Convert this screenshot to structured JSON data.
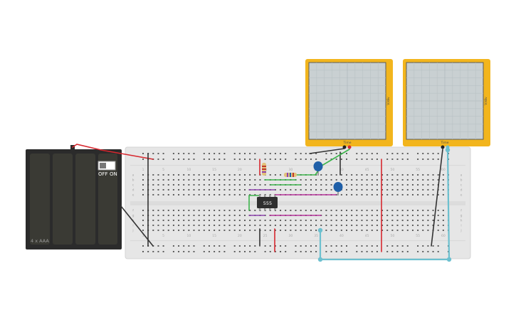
{
  "battery": {
    "label": "4 x AAA",
    "switch_off": "OFF",
    "switch_on": "ON",
    "case_color": "#2b2b2b",
    "cell_color": "#3a3a34"
  },
  "ic": {
    "label": "555",
    "color": "#2f2f2f"
  },
  "scopes": [
    {
      "name": "oscilloscope-1",
      "side_label": "V/div",
      "bottom_label": "Time"
    },
    {
      "name": "oscilloscope-2",
      "side_label": "V/div",
      "bottom_label": "Time"
    }
  ],
  "colors": {
    "breadboard": "#e6e6e6",
    "scope_frame": "#f2b51d",
    "scope_screen": "#c9d0d2",
    "wire_red": "#d7282f",
    "wire_black": "#333333",
    "wire_green": "#3cb44b",
    "wire_purple": "#8e44ad",
    "wire_magenta": "#b5339a",
    "wire_cyan": "#6cc0cf",
    "capacitor": "#1f5fa8"
  },
  "breadboard": {
    "column_numbers": [
      "1",
      "5",
      "10",
      "15",
      "20",
      "25",
      "30",
      "35",
      "40",
      "45",
      "50",
      "55",
      "60"
    ],
    "row_letters_top": [
      "a",
      "b",
      "c",
      "d",
      "e"
    ],
    "row_letters_bottom": [
      "f",
      "g",
      "h",
      "i",
      "j"
    ]
  }
}
